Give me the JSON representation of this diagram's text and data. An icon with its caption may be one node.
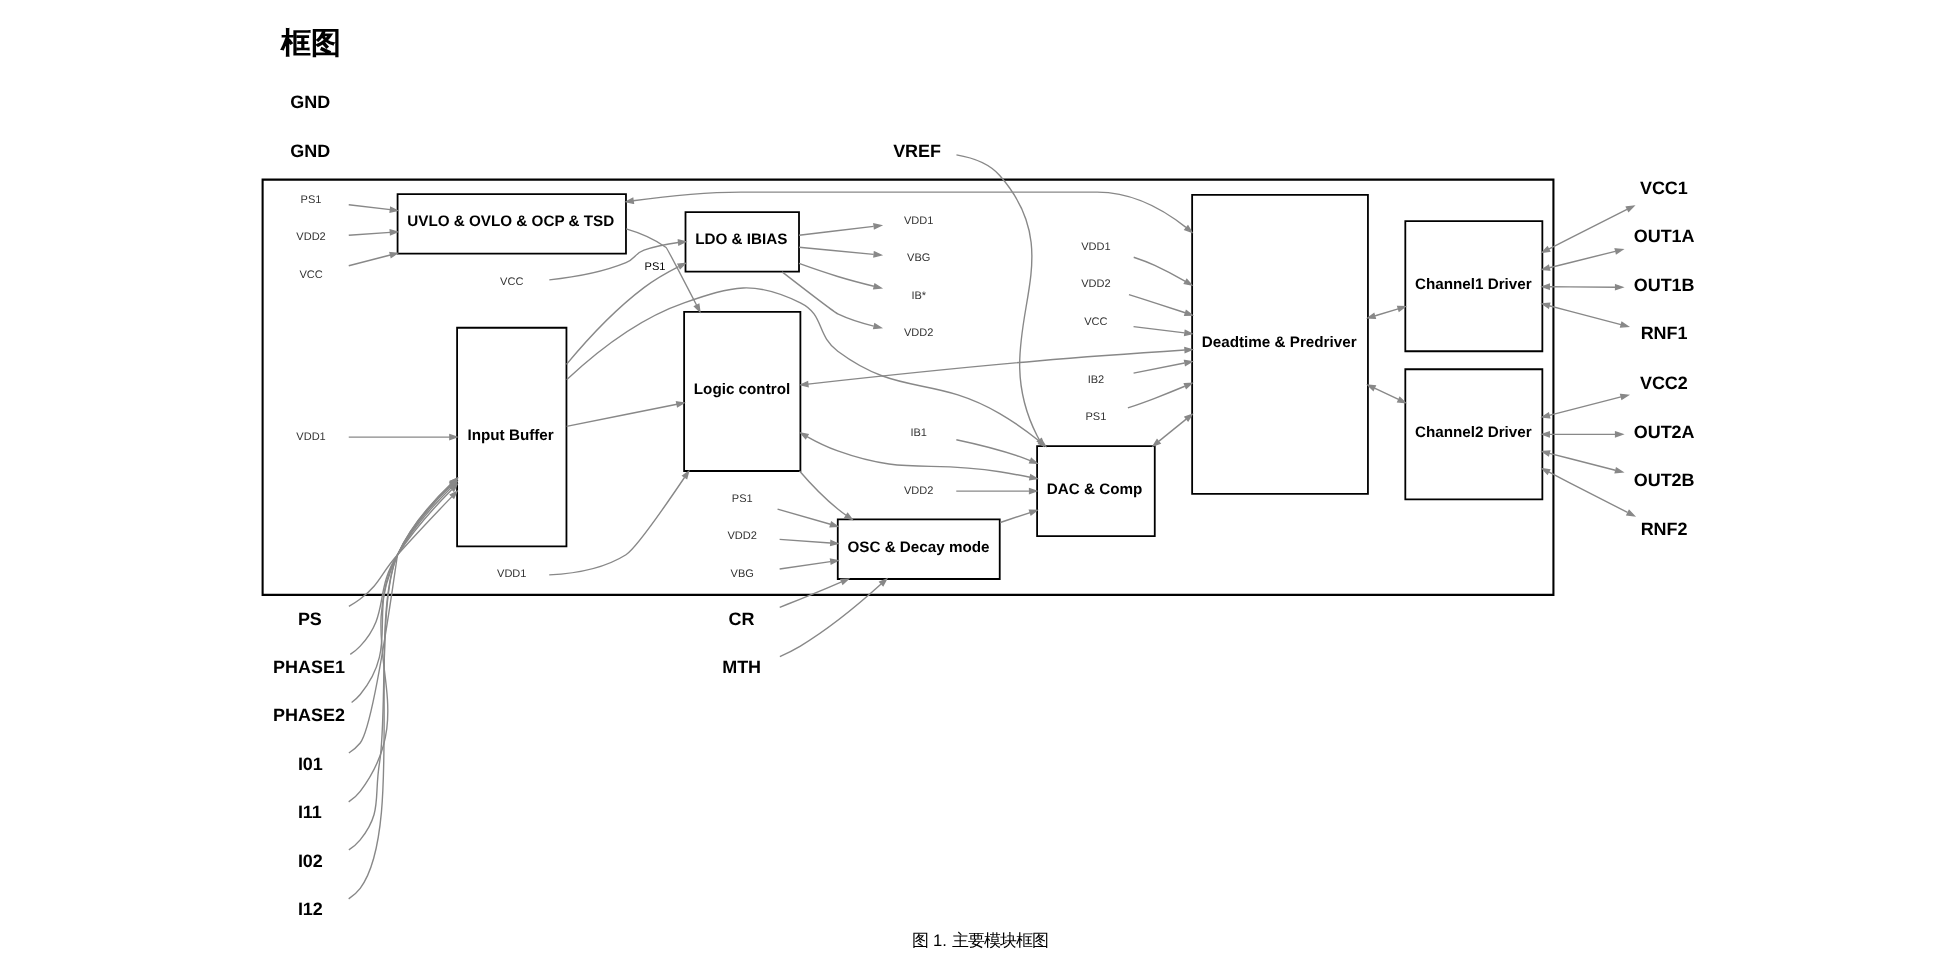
{
  "diagram": {
    "title": "框图",
    "caption": "图 1. 主要模块框图",
    "nodes": [
      {
        "text": [],
        "shape": "box"
      },
      {
        "text": [
          "VCC"
        ],
        "in": 0
      },
      {
        "text": [
          "VDD2"
        ],
        "in": 0
      },
      {
        "text": [
          "VCC"
        ],
        "in": 0
      },
      {
        "text": [
          "LDO & IBIAS"
        ],
        "in": 0
      },
      {
        "text": [
          "VBG"
        ],
        "in": 0
      },
      {
        "text": [
          "VDD1"
        ],
        "in": 0
      },
      {
        "text": [
          "VDD2"
        ],
        "in": 0
      },
      {
        "text": [
          "IB*"
        ],
        "in": 0
      },
      {
        "text": [
          "PS1"
        ],
        "in": 0
      },
      {
        "text": [
          "UVLO & OVLO & OCP & TSD"
        ],
        "in": 0
      },
      {
        "text": [
          "VDD1"
        ],
        "in": 0
      },
      {
        "text": [
          "VDD2"
        ],
        "in": 0
      },
      {
        "text": [
          "VCC"
        ],
        "in": 0
      },
      {
        "text": [
          "VDD1"
        ],
        "in": 0
      },
      {
        "text": [
          "VDD1"
        ],
        "in": 0
      },
      {
        "text": [
          "Input Buffer"
        ],
        "in": 0
      },
      {
        "text": [
          "Logic control"
        ],
        "in": 0
      },
      {
        "text": [
          "Deadtime & Predriver"
        ],
        "in": 0
      },
      {
        "text": [
          "Channel1 Driver"
        ],
        "in": 0
      },
      {
        "text": [
          "IB2"
        ],
        "in": 0
      },
      {
        "text": [
          "PS1"
        ],
        "in": 0
      },
      {
        "text": [
          "Channel2 Driver"
        ],
        "in": 0
      },
      {
        "text": [
          "VDD2"
        ],
        "in": 0
      },
      {
        "text": [
          "VBG"
        ],
        "in": 0
      },
      {
        "text": [
          "IB1"
        ],
        "in": 0
      },
      {
        "text": [
          "VDD2"
        ],
        "in": 0
      },
      {
        "text": [
          "PS1"
        ],
        "in": 0
      },
      {
        "text": [
          "OSC & Decay mode"
        ],
        "in": 0
      },
      {
        "text": [
          "DAC & Comp"
        ],
        "in": 0
      },
      {
        "text": [
          "PHASE1"
        ]
      },
      {
        "text": [
          "PHASE2"
        ]
      },
      {
        "text": [
          "I01"
        ]
      },
      {
        "text": [
          "I11"
        ]
      },
      {
        "text": [
          "I02"
        ]
      },
      {
        "text": [
          "I12"
        ]
      },
      {
        "text": [
          "PS"
        ]
      },
      {
        "text": [
          "CR"
        ]
      },
      {
        "text": [
          "MTH"
        ]
      },
      {
        "text": [
          "VREF"
        ]
      },
      {
        "text": [
          "VCC1"
        ]
      },
      {
        "text": [
          "OUT1A"
        ]
      },
      {
        "text": [
          "OUT1B"
        ]
      },
      {
        "text": [
          "RNF1"
        ]
      },
      {
        "text": [
          "VCC2"
        ]
      },
      {
        "text": [
          "OUT2A"
        ]
      },
      {
        "text": [
          "OUT2B"
        ]
      },
      {
        "text": [
          "RNF2"
        ]
      },
      {
        "text": [
          "GND"
        ]
      },
      {
        "text": [
          "GND"
        ]
      }
    ],
    "edges": [
      {
        "from": 1,
        "to": 4,
        "arrow": "to"
      },
      {
        "from": 4,
        "to": 5,
        "arrow": "to"
      },
      {
        "from": 4,
        "to": 6,
        "arrow": "to"
      },
      {
        "from": 4,
        "to": 7,
        "arrow": "to"
      },
      {
        "from": 4,
        "to": 8,
        "arrow": "to"
      },
      {
        "from": 2,
        "to": 10,
        "arrow": "to"
      },
      {
        "from": 3,
        "to": 10,
        "arrow": "to"
      },
      {
        "from": 9,
        "to": 10,
        "arrow": "to"
      },
      {
        "from": 14,
        "to": 16,
        "arrow": "to"
      },
      {
        "from": 16,
        "to": 4,
        "arrow": "to",
        "label": "PS1"
      },
      {
        "from": 15,
        "to": 17,
        "arrow": "to"
      },
      {
        "from": 10,
        "to": 17,
        "arrow": "to"
      },
      {
        "from": 10,
        "to": 18,
        "arrow": "both"
      },
      {
        "from": 11,
        "to": 18,
        "arrow": "to"
      },
      {
        "from": 12,
        "to": 18,
        "arrow": "to"
      },
      {
        "from": 13,
        "to": 18,
        "arrow": "to"
      },
      {
        "from": 20,
        "to": 18,
        "arrow": "to"
      },
      {
        "from": 21,
        "to": 18,
        "arrow": "to"
      },
      {
        "from": 30,
        "to": 16,
        "arrow": "to"
      },
      {
        "from": 31,
        "to": 16,
        "arrow": "to"
      },
      {
        "from": 32,
        "to": 16,
        "arrow": "to"
      },
      {
        "from": 33,
        "to": 16,
        "arrow": "to"
      },
      {
        "from": 34,
        "to": 16,
        "arrow": "to"
      },
      {
        "from": 35,
        "to": 16,
        "arrow": "to"
      },
      {
        "from": 36,
        "to": 16,
        "arrow": "to"
      },
      {
        "from": 16,
        "to": 17,
        "arrow": "to"
      },
      {
        "from": 16,
        "to": 29,
        "arrow": "to"
      },
      {
        "from": 17,
        "to": 28,
        "arrow": "to"
      },
      {
        "from": 17,
        "to": 29,
        "arrow": "both"
      },
      {
        "from": 17,
        "to": 18,
        "arrow": "both"
      },
      {
        "from": 23,
        "to": 28,
        "arrow": "to"
      },
      {
        "from": 24,
        "to": 28,
        "arrow": "to"
      },
      {
        "from": 27,
        "to": 28,
        "arrow": "to"
      },
      {
        "from": 25,
        "to": 29,
        "arrow": "to"
      },
      {
        "from": 26,
        "to": 29,
        "arrow": "to"
      },
      {
        "from": 37,
        "to": 28,
        "arrow": "to"
      },
      {
        "from": 38,
        "to": 28,
        "arrow": "to"
      },
      {
        "from": 39,
        "to": 29,
        "arrow": "to"
      },
      {
        "from": 28,
        "to": 29,
        "arrow": "to"
      },
      {
        "from": 29,
        "to": 18,
        "arrow": "both"
      },
      {
        "from": 18,
        "to": 19,
        "arrow": "both"
      },
      {
        "from": 18,
        "to": 22,
        "arrow": "both"
      },
      {
        "from": 19,
        "to": 40,
        "arrow": "both"
      },
      {
        "from": 19,
        "to": 41,
        "arrow": "both"
      },
      {
        "from": 19,
        "to": 42,
        "arrow": "both"
      },
      {
        "from": 19,
        "to": 43,
        "arrow": "both"
      },
      {
        "from": 22,
        "to": 44,
        "arrow": "both"
      },
      {
        "from": 22,
        "to": 45,
        "arrow": "both"
      },
      {
        "from": 22,
        "to": 46,
        "arrow": "both"
      },
      {
        "from": 22,
        "to": 47,
        "arrow": "both"
      }
    ]
  }
}
